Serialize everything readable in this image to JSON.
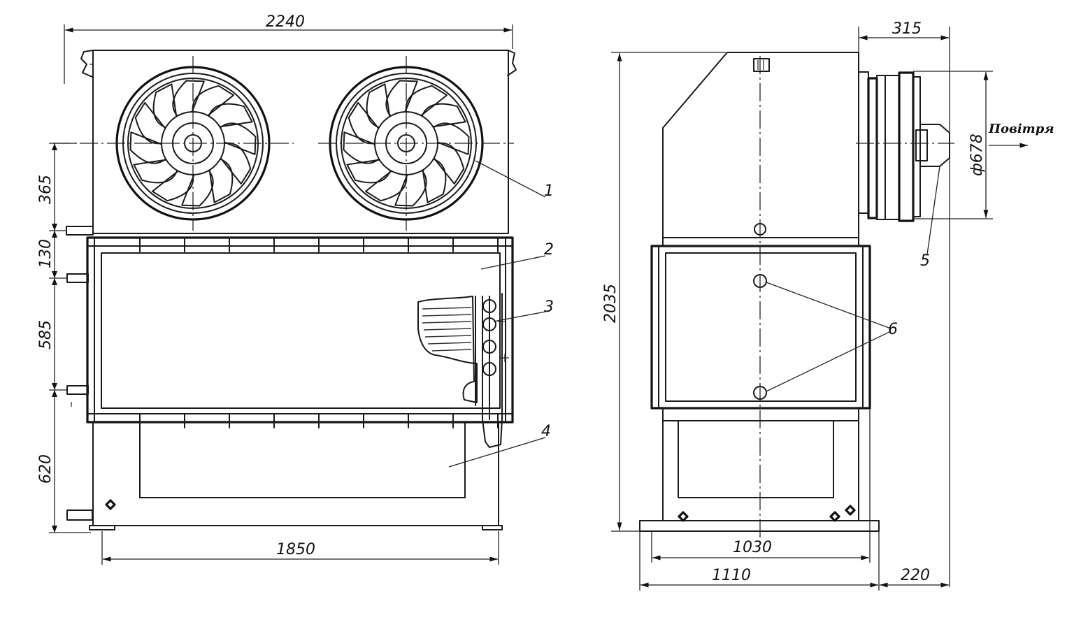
{
  "dimensions": {
    "overall_width": "2240",
    "fan_section_height": "365",
    "frame_height": "130",
    "coil_height": "585",
    "bottom_section_height": "620",
    "base_width": "1850",
    "overall_height": "2035",
    "fan_depth": "315",
    "fan_diameter": "ф678",
    "side_inner_width": "1030",
    "side_base_width": "1110",
    "fan_offset": "220"
  },
  "callouts": {
    "item1": "1",
    "item2": "2",
    "item3": "3",
    "item4": "4",
    "item5": "5",
    "item6": "6"
  },
  "air_label": "Повітря"
}
